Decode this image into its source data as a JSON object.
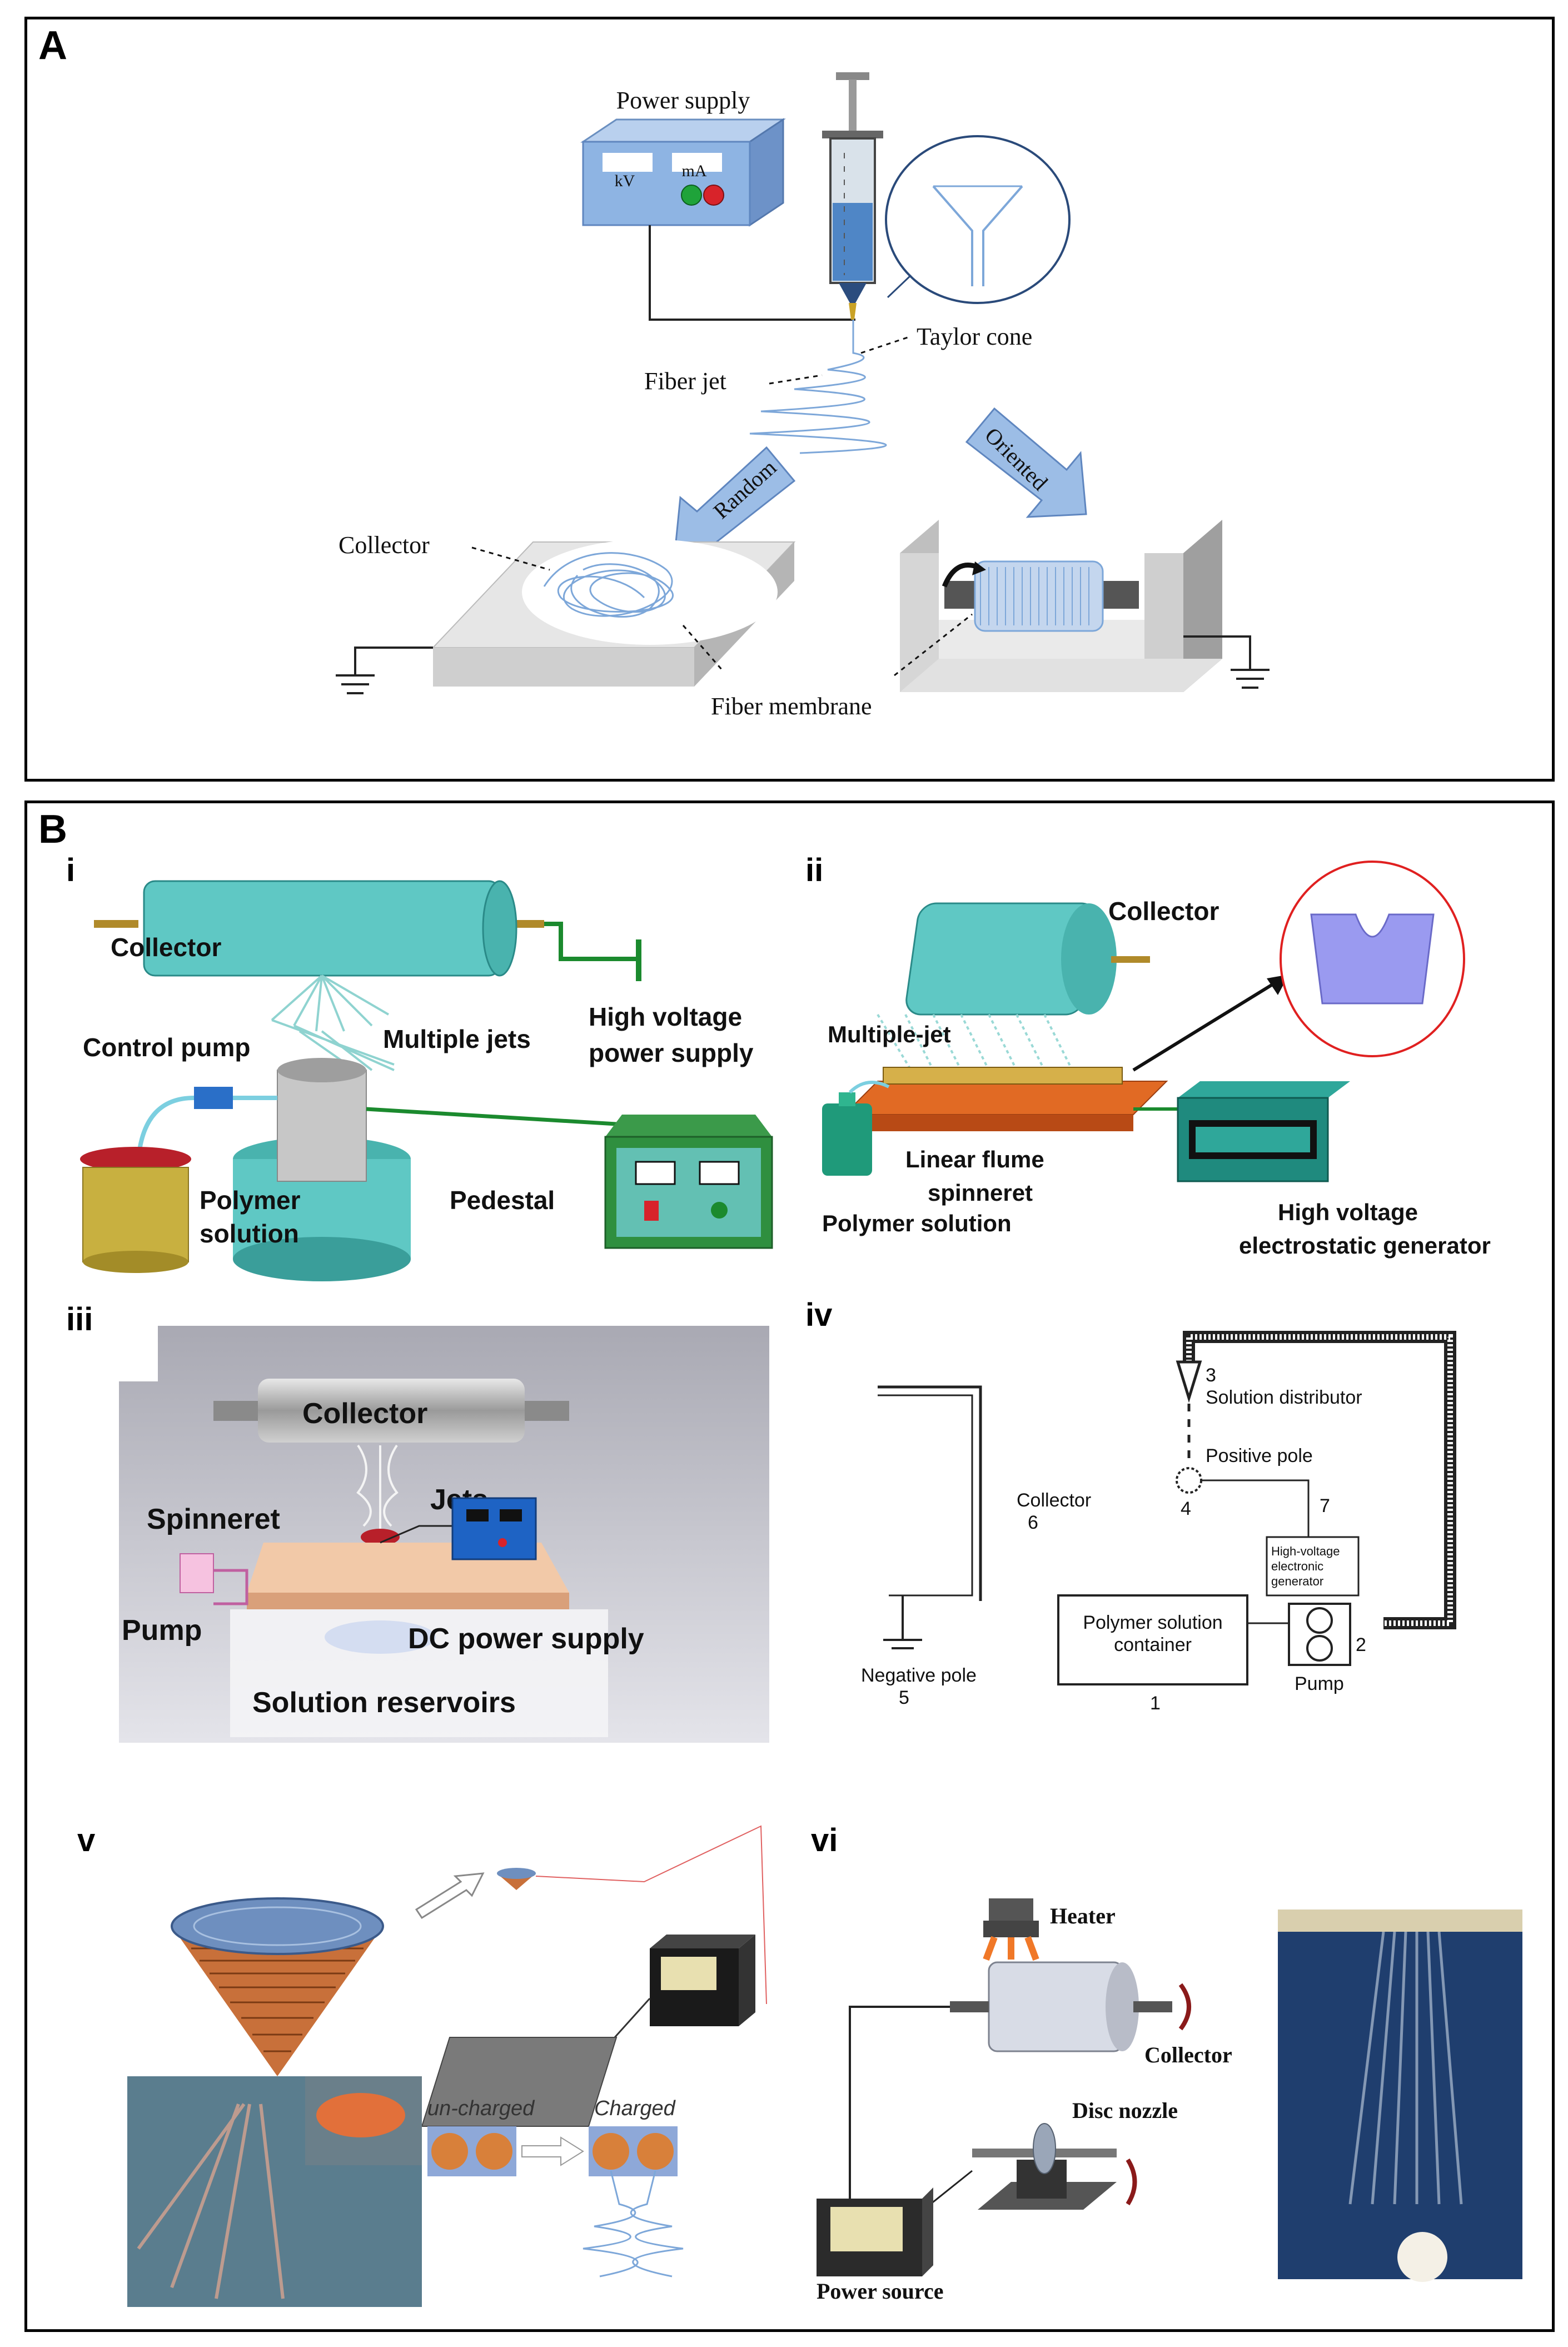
{
  "panelA": {
    "label": "A",
    "power_supply": "Power supply",
    "kv": "kV",
    "ma": "mA",
    "taylor_cone": "Taylor cone",
    "fiber_jet": "Fiber jet",
    "random": "Random",
    "oriented": "Oriented",
    "collector": "Collector",
    "fiber_membrane": "Fiber membrane"
  },
  "panelB": {
    "label": "B",
    "i": {
      "label": "i",
      "collector": "Collector",
      "multiple_jets": "Multiple jets",
      "control_pump": "Control pump",
      "hv_line1": "High voltage",
      "hv_line2": "power supply",
      "polymer_line1": "Polymer",
      "polymer_line2": "solution",
      "pedestal": "Pedestal"
    },
    "ii": {
      "label": "ii",
      "collector": "Collector",
      "multiple_jet": "Multiple-jet",
      "linear_line1": "Linear flume",
      "linear_line2": "spinneret",
      "polymer_solution": "Polymer solution",
      "hv_line1": "High voltage",
      "hv_line2": "electrostatic generator"
    },
    "iii": {
      "label": "iii",
      "collector": "Collector",
      "spinneret": "Spinneret",
      "jets": "Jets",
      "pump": "Pump",
      "dc_power": "DC power supply",
      "reservoirs": "Solution reservoirs"
    },
    "iv": {
      "label": "iv",
      "n3": "3",
      "solution_distributor": "Solution distributor",
      "positive_pole": "Positive pole",
      "collector": "Collector",
      "n6": "6",
      "n4": "4",
      "n7": "7",
      "hv_gen_line1": "High-voltage",
      "hv_gen_line2": "electronic",
      "hv_gen_line3": "generator",
      "container_line1": "Polymer solution",
      "container_line2": "container",
      "n1": "1",
      "n2": "2",
      "pump": "Pump",
      "negative_pole": "Negative pole",
      "n5": "5"
    },
    "v": {
      "label": "v",
      "uncharged": "un-charged",
      "charged": "Charged"
    },
    "vi": {
      "label": "vi",
      "heater": "Heater",
      "collector": "Collector",
      "disc_nozzle": "Disc nozzle",
      "power_source": "Power source"
    }
  },
  "colors": {
    "teal": "#5fc8c4",
    "blue_box": "#8eb4e3",
    "fiber": "#7da7d9",
    "green_wire": "#1b8a2e",
    "copper": "#c8703a"
  }
}
